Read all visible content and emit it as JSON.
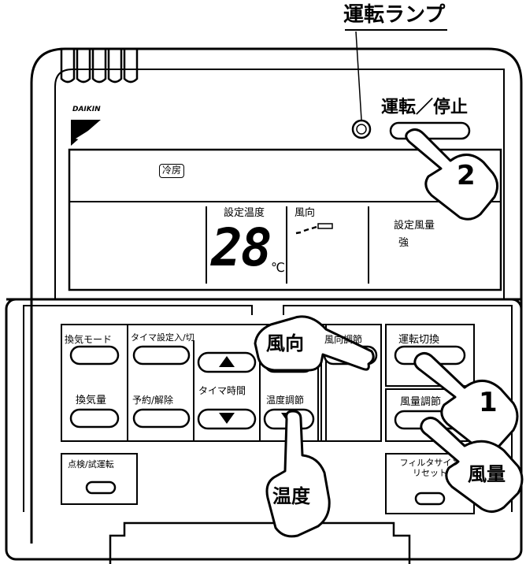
{
  "annotations": {
    "lamp_label": "運転ランプ",
    "finger_2": "2",
    "finger_1": "1",
    "finger_wind_dir": "風向",
    "finger_temp": "温度",
    "finger_fan": "風量"
  },
  "brand": "DAIKIN",
  "display": {
    "mode": "冷房",
    "temp_label": "設定温度",
    "temp_value": "28",
    "temp_unit": "℃",
    "wind_dir_label": "風向",
    "fan_label": "設定風量",
    "fan_value": "強"
  },
  "buttons": {
    "power": "運転／停止",
    "vent_mode": "換気モード",
    "timer_on_off": "タイマ設定入/切",
    "wind_dir_adjust": "風向調節",
    "mode_switch": "運転切換",
    "vent_amount": "換気量",
    "reserve_cancel": "予約/解除",
    "timer_time": "タイマ時間",
    "temp_adjust": "温度調節",
    "fan_adjust": "風量調節",
    "inspection": "点検/試運転",
    "filter_reset_1": "フィルタサイン",
    "filter_reset_2": "リセット"
  }
}
